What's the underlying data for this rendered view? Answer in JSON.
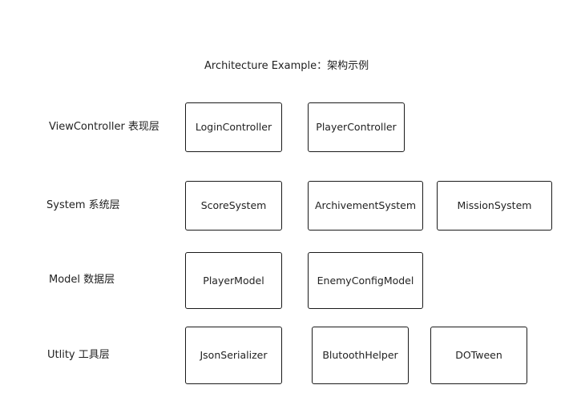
{
  "diagram": {
    "title": "Architecture Example：架构示例",
    "layers": [
      {
        "label": "ViewController 表现层",
        "boxes": [
          "LoginController",
          "PlayerController"
        ]
      },
      {
        "label": "System 系统层",
        "boxes": [
          "ScoreSystem",
          "ArchivementSystem",
          "MissionSystem"
        ]
      },
      {
        "label": "Model 数据层",
        "boxes": [
          "PlayerModel",
          "EnemyConfigModel"
        ]
      },
      {
        "label": "Utlity 工具层",
        "boxes": [
          "JsonSerializer",
          "BlutoothHelper",
          "DOTween"
        ]
      }
    ]
  }
}
